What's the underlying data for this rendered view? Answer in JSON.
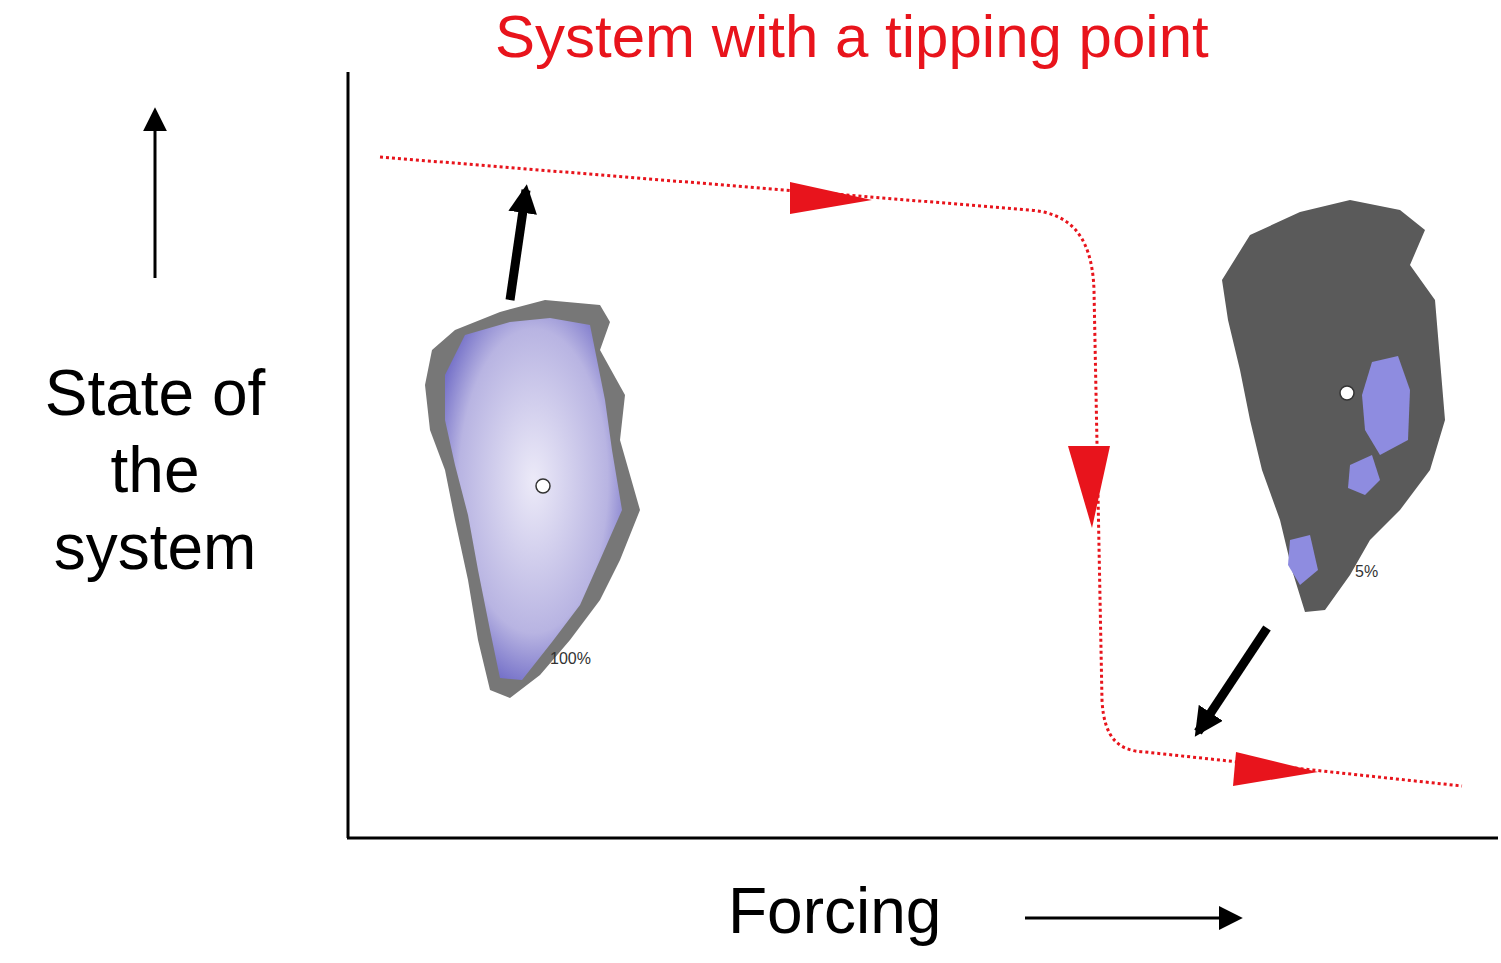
{
  "diagram": {
    "title": "System with a tipping point",
    "labels": [
      "State of the system",
      "Forcing",
      "100%",
      "5%"
    ]
  }
}
